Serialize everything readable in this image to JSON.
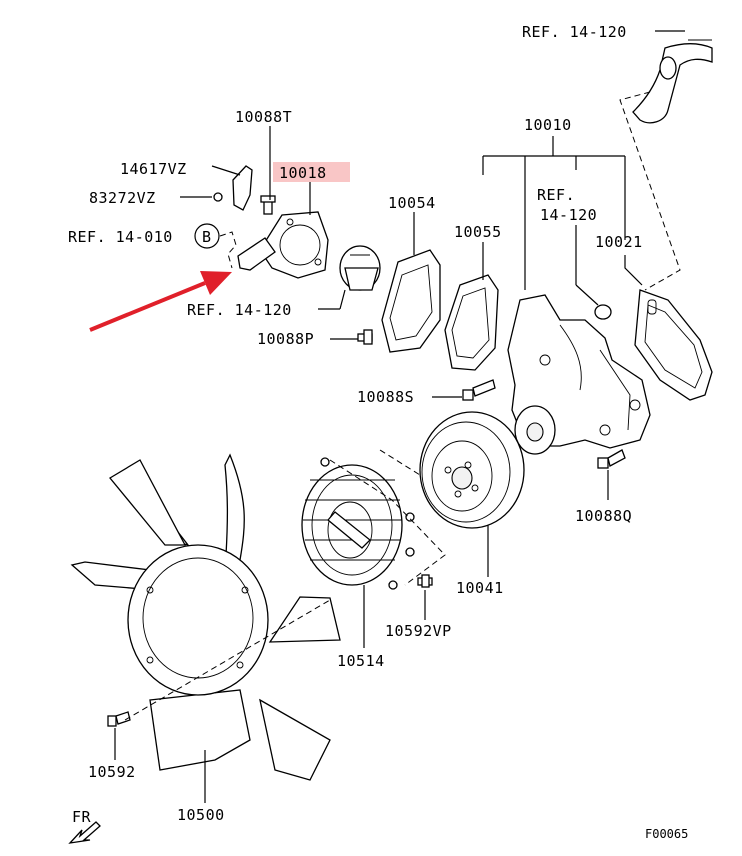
{
  "labels": {
    "ref_14_120_top": "REF. 14-120",
    "p10088T": "10088T",
    "p10018": "10018",
    "p14617VZ": "14617VZ",
    "p83272VZ": "83272VZ",
    "ref_14_010": "REF. 14-010",
    "callout_b": "B",
    "ref_14_120_mid": "REF. 14-120",
    "p10054": "10054",
    "p10055": "10055",
    "p10010": "10010",
    "ref_14_120_right_a": "REF.",
    "ref_14_120_right_b": "14-120",
    "p10021": "10021",
    "p10088P": "10088P",
    "p10088S": "10088S",
    "p10088Q": "10088Q",
    "p10041": "10041",
    "p10592VP": "10592VP",
    "p10514": "10514",
    "p10592": "10592",
    "p10500": "10500",
    "fr": "FR",
    "figure_code": "F00065"
  },
  "colors": {
    "highlight": "#f9c6c6",
    "arrow": "#e0202a",
    "line": "#000000"
  }
}
